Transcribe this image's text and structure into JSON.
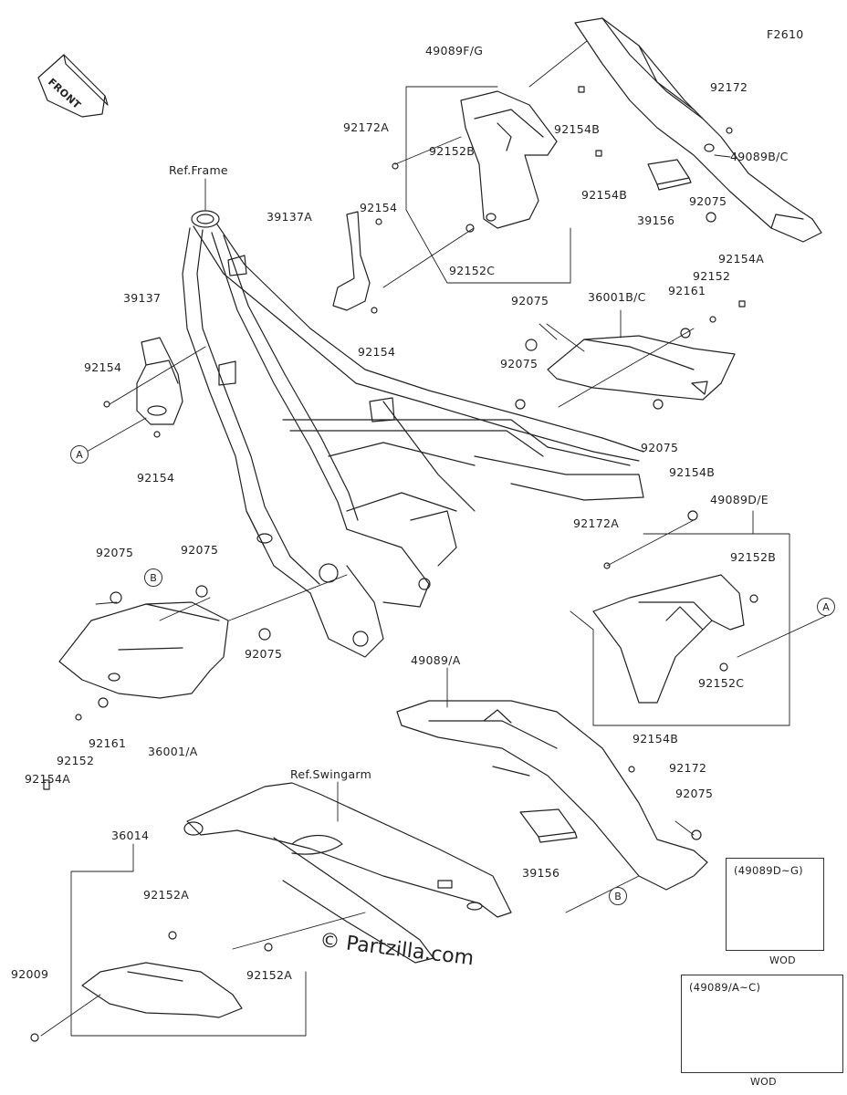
{
  "figure_code": "F2610",
  "front_label": "FRONT",
  "watermark": "© Partzilla.com",
  "ref_labels": {
    "frame": "Ref.Frame",
    "swingarm": "Ref.Swingarm"
  },
  "callouts": {
    "a1": "A",
    "a2": "A",
    "b1": "B",
    "b2": "B"
  },
  "inset_boxes": [
    {
      "title": "(49089D~G)",
      "caption": "WOD"
    },
    {
      "title": "(49089/A~C)",
      "caption": "WOD"
    }
  ],
  "part_labels": [
    "49089F/G",
    "92172A",
    "92154B",
    "92152B",
    "92154B",
    "39156",
    "92152C",
    "92172",
    "49089B/C",
    "92075",
    "92154A",
    "92152",
    "92161",
    "92154",
    "39137A",
    "92154",
    "39137",
    "92154",
    "92154",
    "36001B/C",
    "92075",
    "92075",
    "92075",
    "92154B",
    "49089D/E",
    "92172A",
    "92152B",
    "92152C",
    "92154B",
    "92075",
    "92075",
    "92075",
    "92161",
    "92152",
    "92154A",
    "36001/A",
    "49089/A",
    "92172",
    "92075",
    "39156",
    "36014",
    "92152A",
    "92152A",
    "92009"
  ]
}
